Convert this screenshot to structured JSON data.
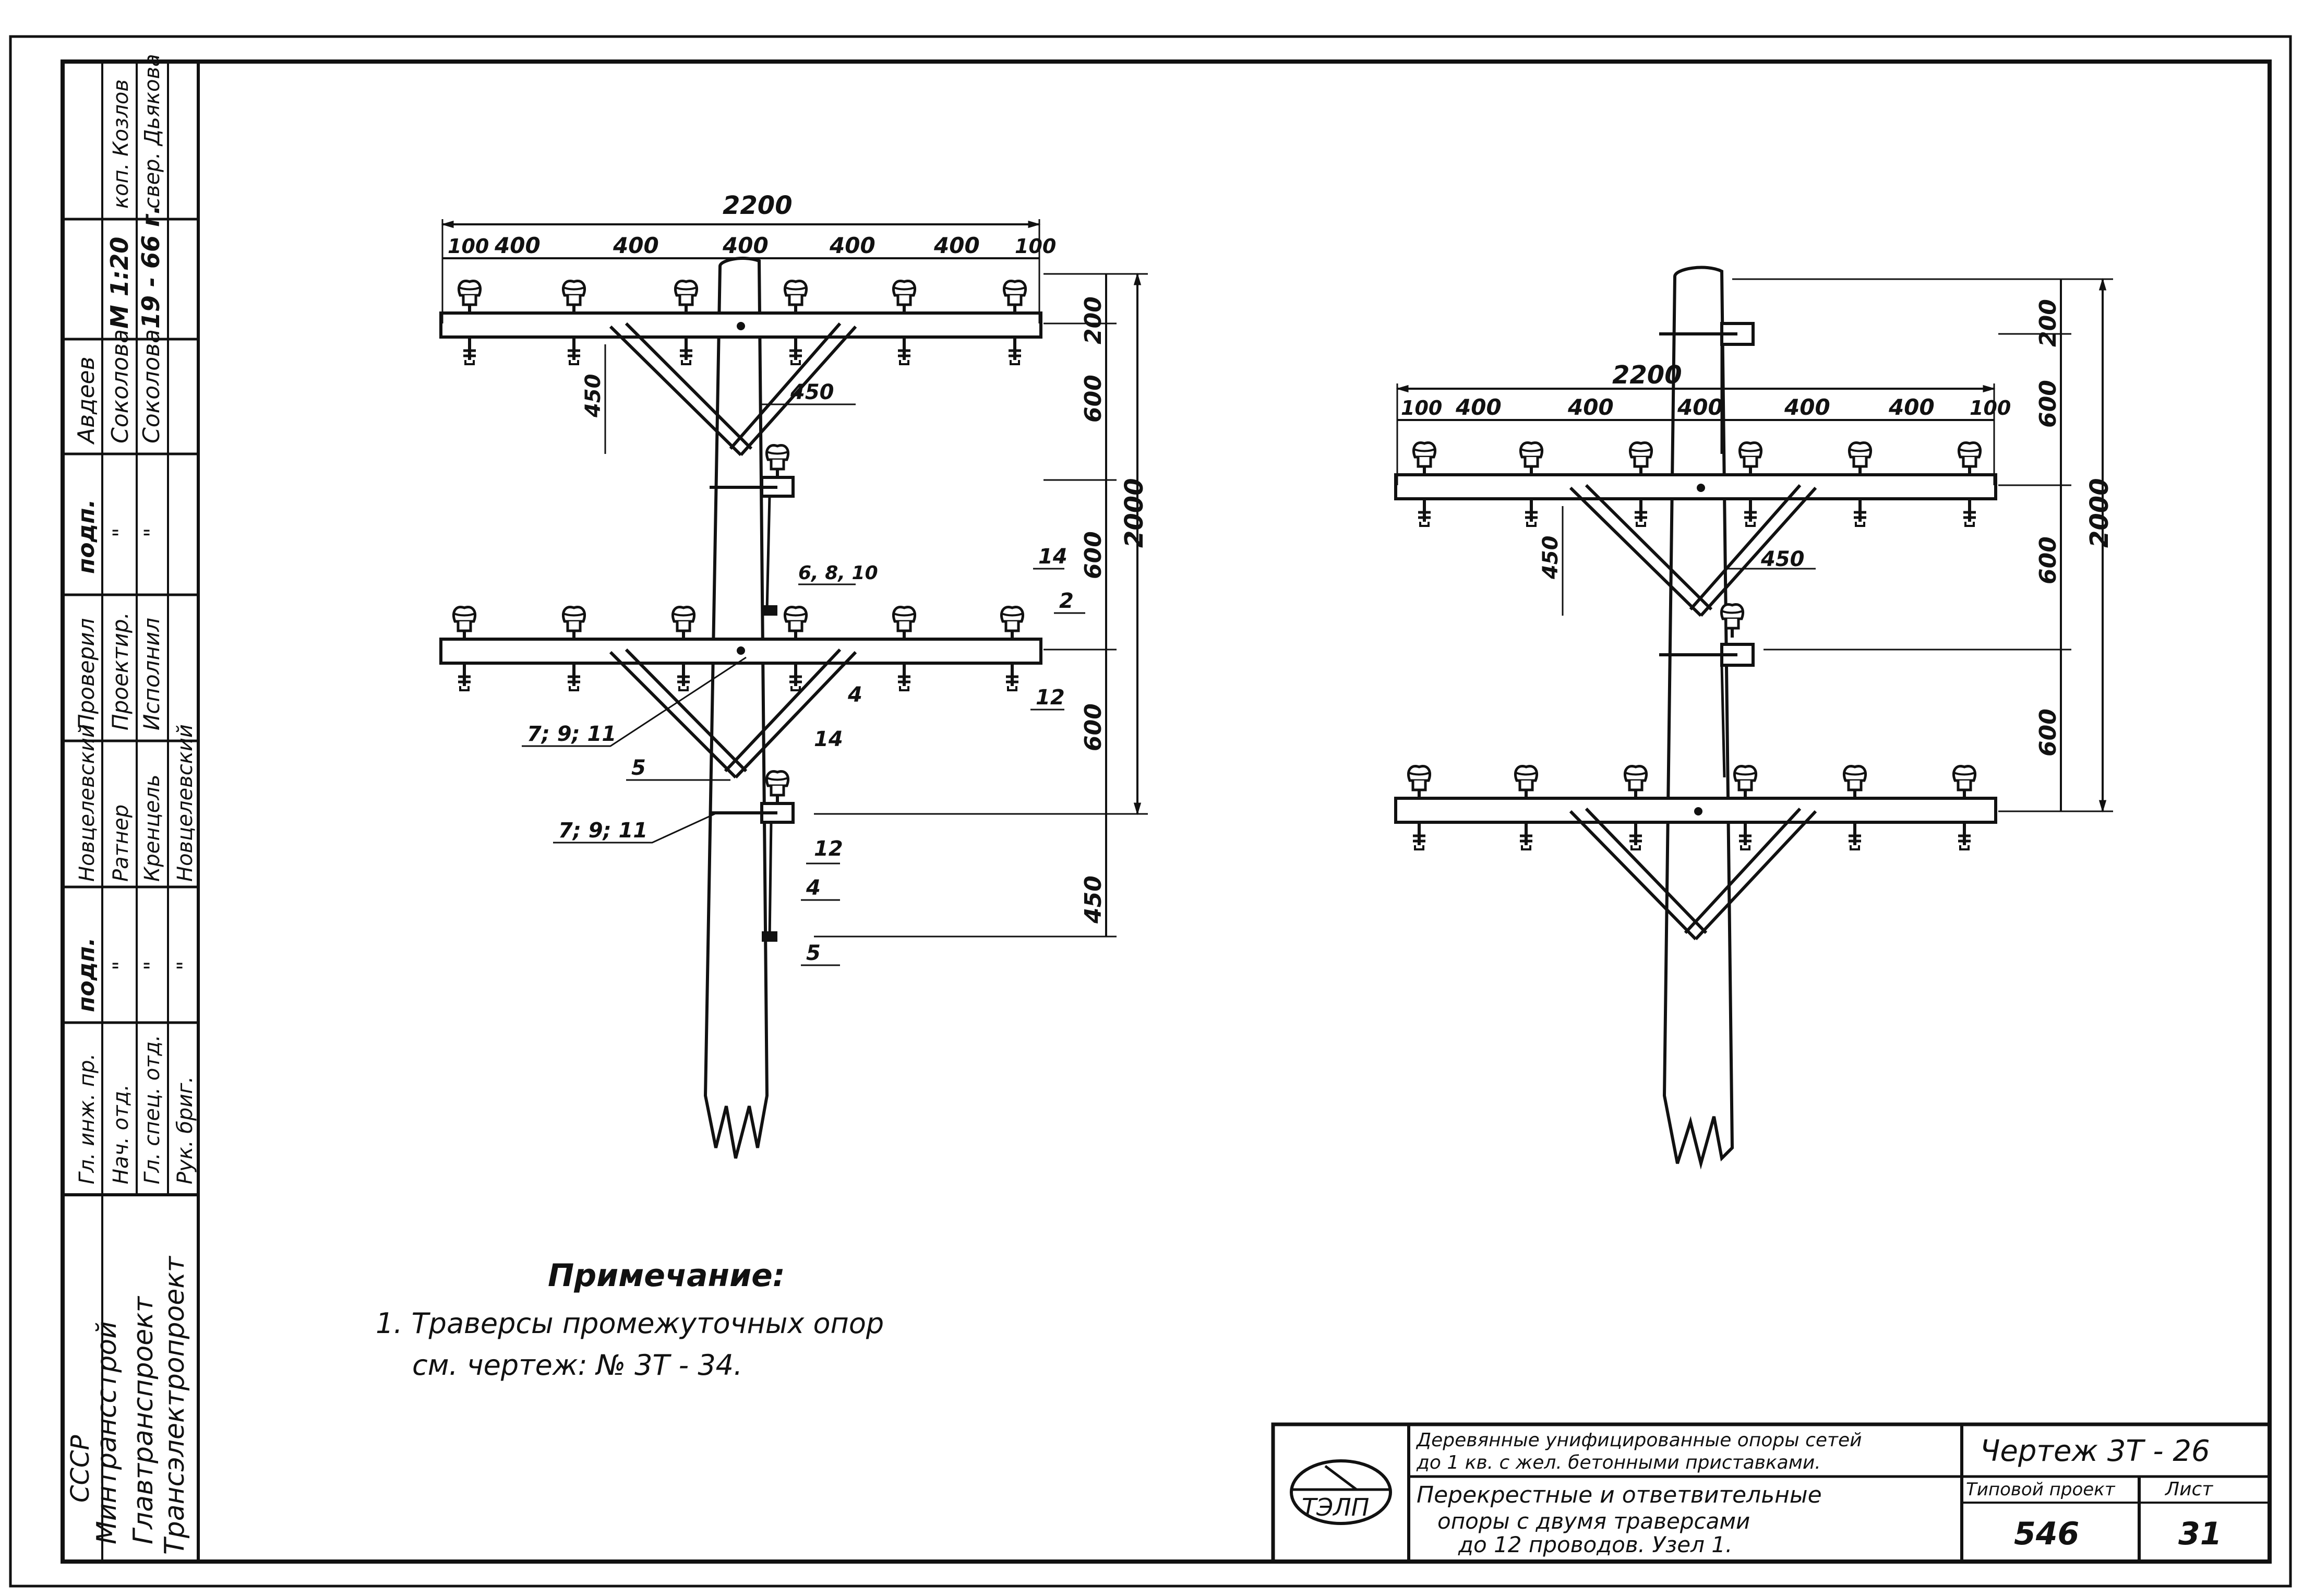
{
  "left_stamp": {
    "org": [
      "СССР",
      "Минтрансстрой",
      "Главтранспроект",
      "Трансэлектропроект"
    ],
    "roles": [
      "Гл. инж. пр.",
      "Нач. отд.",
      "Гл. спец. отд.",
      "Рук. бриг."
    ],
    "roles_sign": [
      "подп.",
      "\"",
      "\"",
      "\""
    ],
    "names_checked": [
      "Новцелевский",
      "Ратнер",
      "Кренцель",
      "Новцелевский"
    ],
    "checked_header": "Проверил",
    "checked_values": [
      "Проектир.",
      "Исполнил"
    ],
    "sign_header": "подп.",
    "sign_values": [
      "\"",
      "\""
    ],
    "author_header": "Авдеев",
    "author_values": [
      "Соколова",
      "Соколова"
    ],
    "scale": "М 1:20",
    "year": "19 - 66 г.",
    "copy_labels": [
      "коп. Козлов",
      "свер. Дьякова"
    ]
  },
  "left_drawing": {
    "total_width": "2200",
    "segments": [
      "100",
      "400",
      "400",
      "400",
      "400",
      "400",
      "100"
    ],
    "vertical_dims": [
      "200",
      "600",
      "600",
      "600",
      "450"
    ],
    "total_height": "2000",
    "brace_dims": [
      "450",
      "450"
    ],
    "callouts": [
      "6, 8, 10",
      "14",
      "2",
      "12",
      "4",
      "14",
      "5",
      "7; 9; 11",
      "7; 9; 11",
      "12",
      "4",
      "5"
    ]
  },
  "right_drawing": {
    "total_width": "2200",
    "segments": [
      "100",
      "400",
      "400",
      "400",
      "400",
      "400",
      "100"
    ],
    "vertical_dims": [
      "200",
      "600",
      "600",
      "600"
    ],
    "total_height": "2000",
    "brace_dims": [
      "450",
      "450"
    ]
  },
  "note": {
    "heading": "Примечание:",
    "line1": "1. Траверсы промежуточных опор",
    "line2": "см. чертеж: № 3Т - 34."
  },
  "title_block": {
    "logo": "ТЭЛП",
    "line_a1": "Деревянные унифицированные опоры сетей",
    "line_a2": "до 1 кв. с жел. бетонными приставками.",
    "line_b1": "Перекрестные и ответвительные",
    "line_b2": "опоры с двумя траверсами",
    "line_b3": "до 12 проводов. Узел 1.",
    "drawing_no": "Чертеж 3Т - 26",
    "typical_label": "Типовой проект",
    "sheet_label": "Лист",
    "project_no": "546",
    "sheet_no": "31"
  }
}
